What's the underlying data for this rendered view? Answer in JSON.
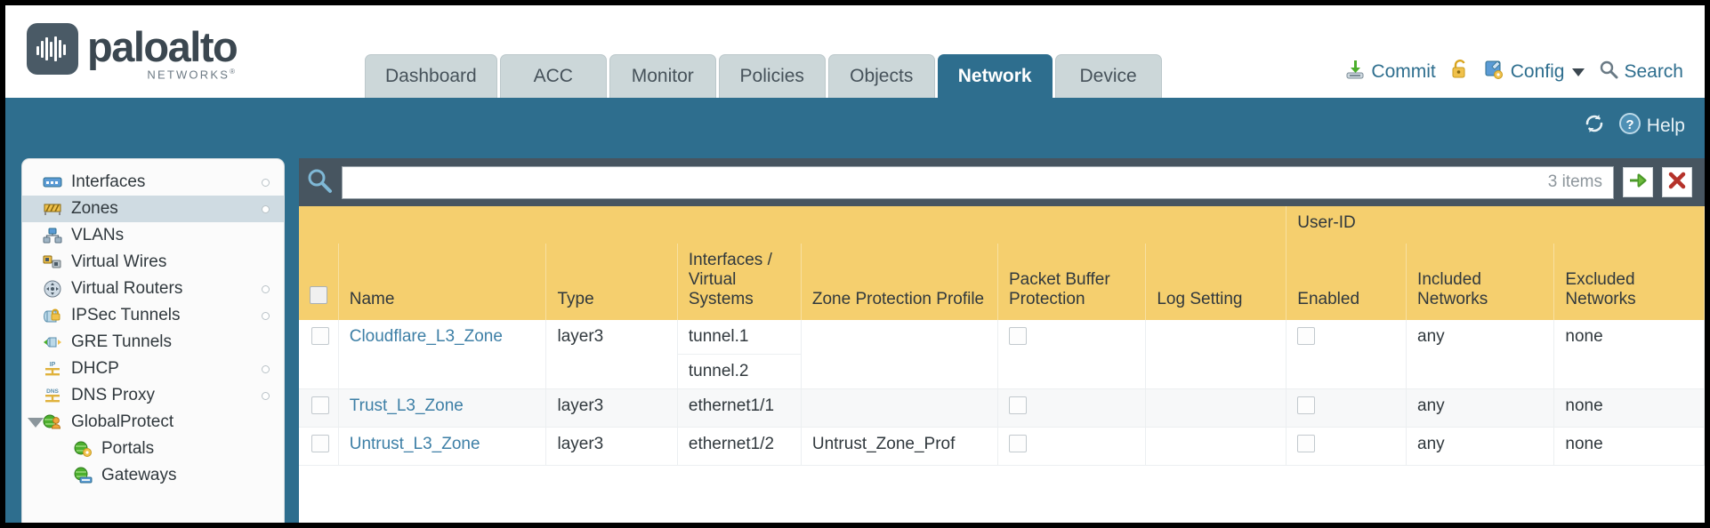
{
  "brand": {
    "name": "paloalto",
    "tagline": "NETWORKS",
    "registered": "®"
  },
  "tabs": [
    {
      "label": "Dashboard",
      "active": false
    },
    {
      "label": "ACC",
      "active": false
    },
    {
      "label": "Monitor",
      "active": false
    },
    {
      "label": "Policies",
      "active": false
    },
    {
      "label": "Objects",
      "active": false
    },
    {
      "label": "Network",
      "active": true
    },
    {
      "label": "Device",
      "active": false
    }
  ],
  "header_actions": {
    "commit": "Commit",
    "lock_icon": "padlock-icon",
    "config": "Config",
    "search": "Search"
  },
  "bluebar": {
    "refresh_icon": "refresh-icon",
    "help": "Help"
  },
  "sidebar": {
    "items": [
      {
        "label": "Interfaces",
        "icon": "interfaces-icon",
        "selected": false,
        "dot": true,
        "child": false,
        "expander": false
      },
      {
        "label": "Zones",
        "icon": "zones-icon",
        "selected": true,
        "dot": true,
        "child": false,
        "expander": false
      },
      {
        "label": "VLANs",
        "icon": "vlans-icon",
        "selected": false,
        "dot": false,
        "child": false,
        "expander": false
      },
      {
        "label": "Virtual Wires",
        "icon": "virtual-wires-icon",
        "selected": false,
        "dot": false,
        "child": false,
        "expander": false
      },
      {
        "label": "Virtual Routers",
        "icon": "virtual-routers-icon",
        "selected": false,
        "dot": true,
        "child": false,
        "expander": false
      },
      {
        "label": "IPSec Tunnels",
        "icon": "ipsec-tunnels-icon",
        "selected": false,
        "dot": true,
        "child": false,
        "expander": false
      },
      {
        "label": "GRE Tunnels",
        "icon": "gre-tunnels-icon",
        "selected": false,
        "dot": false,
        "child": false,
        "expander": false
      },
      {
        "label": "DHCP",
        "icon": "dhcp-icon",
        "selected": false,
        "dot": true,
        "child": false,
        "expander": false
      },
      {
        "label": "DNS Proxy",
        "icon": "dns-proxy-icon",
        "selected": false,
        "dot": true,
        "child": false,
        "expander": false
      },
      {
        "label": "GlobalProtect",
        "icon": "globalprotect-icon",
        "selected": false,
        "dot": false,
        "child": false,
        "expander": true
      },
      {
        "label": "Portals",
        "icon": "portals-icon",
        "selected": false,
        "dot": false,
        "child": true,
        "expander": false
      },
      {
        "label": "Gateways",
        "icon": "gateways-icon",
        "selected": false,
        "dot": false,
        "child": true,
        "expander": false
      }
    ]
  },
  "search": {
    "value": "",
    "placeholder": "",
    "item_count": "3 items",
    "apply_icon": "green-arrow-icon",
    "clear_icon": "red-x-icon"
  },
  "table": {
    "group_header": "User-ID",
    "columns": [
      "Name",
      "Type",
      "Interfaces / Virtual Systems",
      "Zone Protection Profile",
      "Packet Buffer Protection",
      "Log Setting",
      "Enabled",
      "Included Networks",
      "Excluded Networks"
    ],
    "rows": [
      {
        "name": "Cloudflare_L3_Zone",
        "type": "layer3",
        "interfaces": [
          "tunnel.1",
          "tunnel.2"
        ],
        "zone_protection_profile": "",
        "packet_buffer_protection": false,
        "log_setting": "",
        "enabled": false,
        "included_networks": "any",
        "excluded_networks": "none",
        "selected": false
      },
      {
        "name": "Trust_L3_Zone",
        "type": "layer3",
        "interfaces": [
          "ethernet1/1"
        ],
        "zone_protection_profile": "",
        "packet_buffer_protection": false,
        "log_setting": "",
        "enabled": false,
        "included_networks": "any",
        "excluded_networks": "none",
        "selected": false
      },
      {
        "name": "Untrust_L3_Zone",
        "type": "layer3",
        "interfaces": [
          "ethernet1/2"
        ],
        "zone_protection_profile": "Untrust_Zone_Prof",
        "packet_buffer_protection": false,
        "log_setting": "",
        "enabled": false,
        "included_networks": "any",
        "excluded_networks": "none",
        "selected": false
      }
    ]
  },
  "colors": {
    "brand_blue": "#2e6e8e",
    "tab_inactive": "#ccd7d9",
    "header_amber": "#f5cf6e",
    "group_amber": "#dfb54a",
    "link_blue": "#3d7fa6",
    "searchbar_slate": "#475560"
  }
}
